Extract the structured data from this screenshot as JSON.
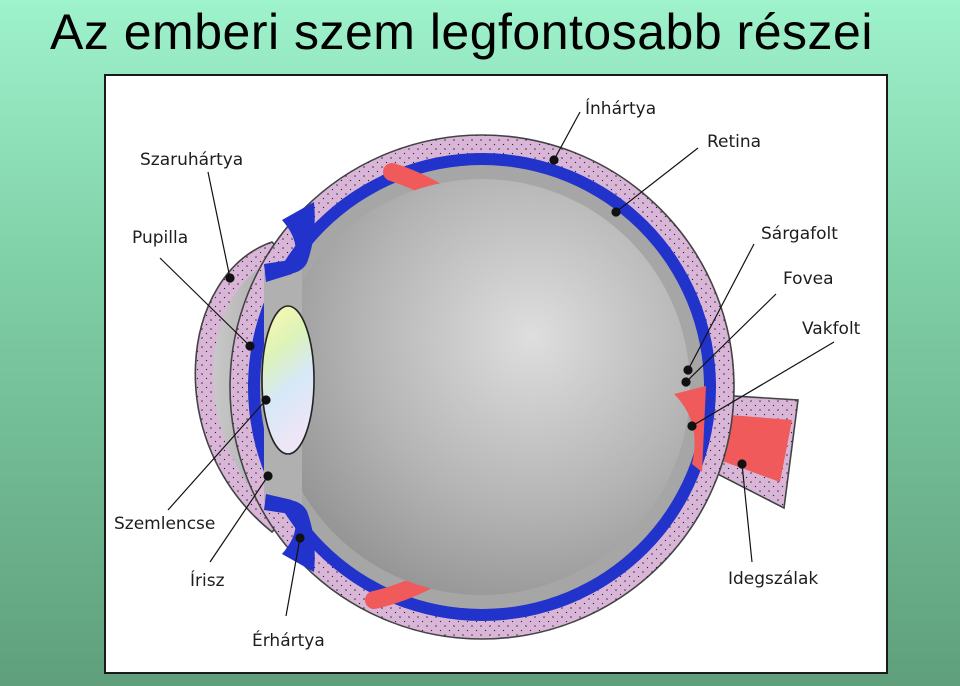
{
  "title": "Az emberi szem legfontosabb részei",
  "labels": {
    "inhartya": "Ínhártya",
    "retina": "Retina",
    "szaruhartya": "Szaruhártya",
    "pupilla": "Pupilla",
    "sargafolt": "Sárgafolt",
    "fovea": "Fovea",
    "vakfolt": "Vakfolt",
    "szemlencse": "Szemlencse",
    "irisz": "Írisz",
    "erhartya": "Érhártya",
    "idegszalak": "Idegszálak"
  },
  "colors": {
    "sclera": "#d9b6d8",
    "choroid": "#2233cc",
    "retina": "#f05a5a",
    "vitreous": "#a6a6a6"
  }
}
